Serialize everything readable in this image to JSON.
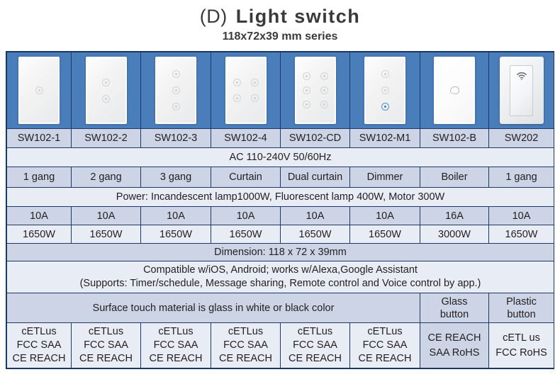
{
  "header": {
    "label": "(D)",
    "title": "Light  switch",
    "subtitle": "118x72x39 mm series"
  },
  "colors": {
    "photo_background": "#4a7ebb",
    "border": "#1f3864",
    "row_shade_dark": "#ccd4e6",
    "row_shade_light": "#e8ecf5",
    "accent_lit": "#4a7ebb"
  },
  "products": [
    {
      "code": "SW102-1",
      "type": "1 gang",
      "current": "10A",
      "power": "1650W",
      "certification": "cETLus\nFCC SAA\nCE REACH",
      "cert_lines": [
        "cETLus",
        "FCC SAA",
        "CE REACH"
      ],
      "icon": "touch-panel-1-dot"
    },
    {
      "code": "SW102-2",
      "type": "2 gang",
      "current": "10A",
      "power": "1650W",
      "cert_lines": [
        "cETLus",
        "FCC SAA",
        "CE REACH"
      ],
      "icon": "touch-panel-2-dot"
    },
    {
      "code": "SW102-3",
      "type": "3 gang",
      "current": "10A",
      "power": "1650W",
      "cert_lines": [
        "cETLus",
        "FCC SAA",
        "CE REACH"
      ],
      "icon": "touch-panel-3-dot"
    },
    {
      "code": "SW102-4",
      "type": "Curtain",
      "current": "10A",
      "power": "1650W",
      "cert_lines": [
        "cETLus",
        "FCC SAA",
        "CE REACH"
      ],
      "icon": "touch-panel-4-dot"
    },
    {
      "code": "SW102-CD",
      "type": "Dual curtain",
      "current": "10A",
      "power": "1650W",
      "cert_lines": [
        "cETLus",
        "FCC SAA",
        "CE REACH"
      ],
      "icon": "touch-panel-6-dot"
    },
    {
      "code": "SW102-M1",
      "type": "Dimmer",
      "current": "10A",
      "power": "1650W",
      "cert_lines": [
        "cETLus",
        "FCC SAA",
        "CE REACH"
      ],
      "icon": "touch-panel-dimmer"
    },
    {
      "code": "SW102-B",
      "type": "Boiler",
      "current": "16A",
      "power": "3000W",
      "cert_lines": [
        "CE REACH",
        "SAA RoHS"
      ],
      "icon": "touch-panel-boiler"
    },
    {
      "code": "SW202",
      "type": "1 gang",
      "current": "10A",
      "power": "1650W",
      "cert_lines": [
        "cETL us",
        "FCC RoHS"
      ],
      "icon": "rocker-switch-wifi"
    }
  ],
  "spec_rows": {
    "voltage": "AC 110-240V 50/60Hz",
    "power_note": "Power: Incandescent lamp1000W, Fluorescent lamp 400W,  Motor 300W",
    "dimension": "Dimension: 118 x 72 x 39mm",
    "compatibility_line1": "Compatible w/iOS, Android; works w/Alexa,Google Assistant",
    "compatibility_line2": "(Supports: Timer/schedule, Message sharing, Remote control and Voice control by app.)",
    "surface_material": "Surface touch material is glass in white or black color",
    "button_glass": "Glass\nbutton",
    "button_glass_lines": [
      "Glass",
      "button"
    ],
    "button_plastic_lines": [
      "Plastic",
      "button"
    ]
  }
}
